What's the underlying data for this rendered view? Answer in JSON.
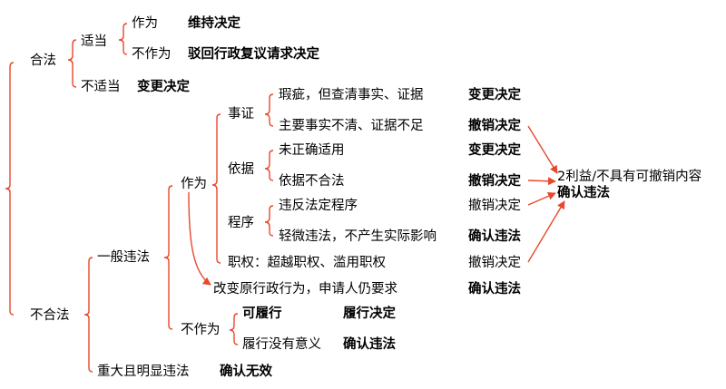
{
  "colors": {
    "bracket": "#e8482c",
    "text": "#000000"
  },
  "tree": {
    "legal": {
      "label": "合法",
      "proper": {
        "label": "适当",
        "act": {
          "label": "作为",
          "result": "维持决定"
        },
        "omission": {
          "label": "不作为",
          "result": "驳回行政复议请求决定"
        }
      },
      "improper": {
        "label": "不适当",
        "result": "变更决定"
      }
    },
    "illegal": {
      "label": "不合法",
      "general": {
        "label": "一般违法",
        "act": {
          "label": "作为",
          "evidence": {
            "label": "事证",
            "flaw": {
              "text": "瑕疵，但查清事实、证据",
              "result": "变更决定"
            },
            "unclear": {
              "text": "主要事实不清、证据不足",
              "result": "撤销决定"
            }
          },
          "basis": {
            "label": "依据",
            "misapplied": {
              "text": "未正确适用",
              "result": "变更决定"
            },
            "illegal_basis": {
              "text": "依据不合法",
              "result": "撤销决定"
            }
          },
          "procedure": {
            "label": "程序",
            "violation": {
              "text": "违反法定程序",
              "result": "撤销决定"
            },
            "minor": {
              "text": "轻微违法，不产生实际影响",
              "result": "确认违法"
            }
          },
          "authority": {
            "text": "职权：超越职权、滥用职权",
            "result": "撤销决定"
          },
          "changed": {
            "text": "改变原行政行为，申请人仍要求",
            "result": "确认违法"
          }
        },
        "omission": {
          "label": "不作为",
          "feasible": {
            "text": "可履行",
            "result": "履行决定"
          },
          "pointless": {
            "text": "履行没有意义",
            "result": "确认违法"
          }
        }
      },
      "serious": {
        "text": "重大且明显违法",
        "result": "确认无效"
      }
    }
  },
  "note": {
    "line1": "2利益/不具有可撤销内容",
    "line2": "确认违法"
  }
}
